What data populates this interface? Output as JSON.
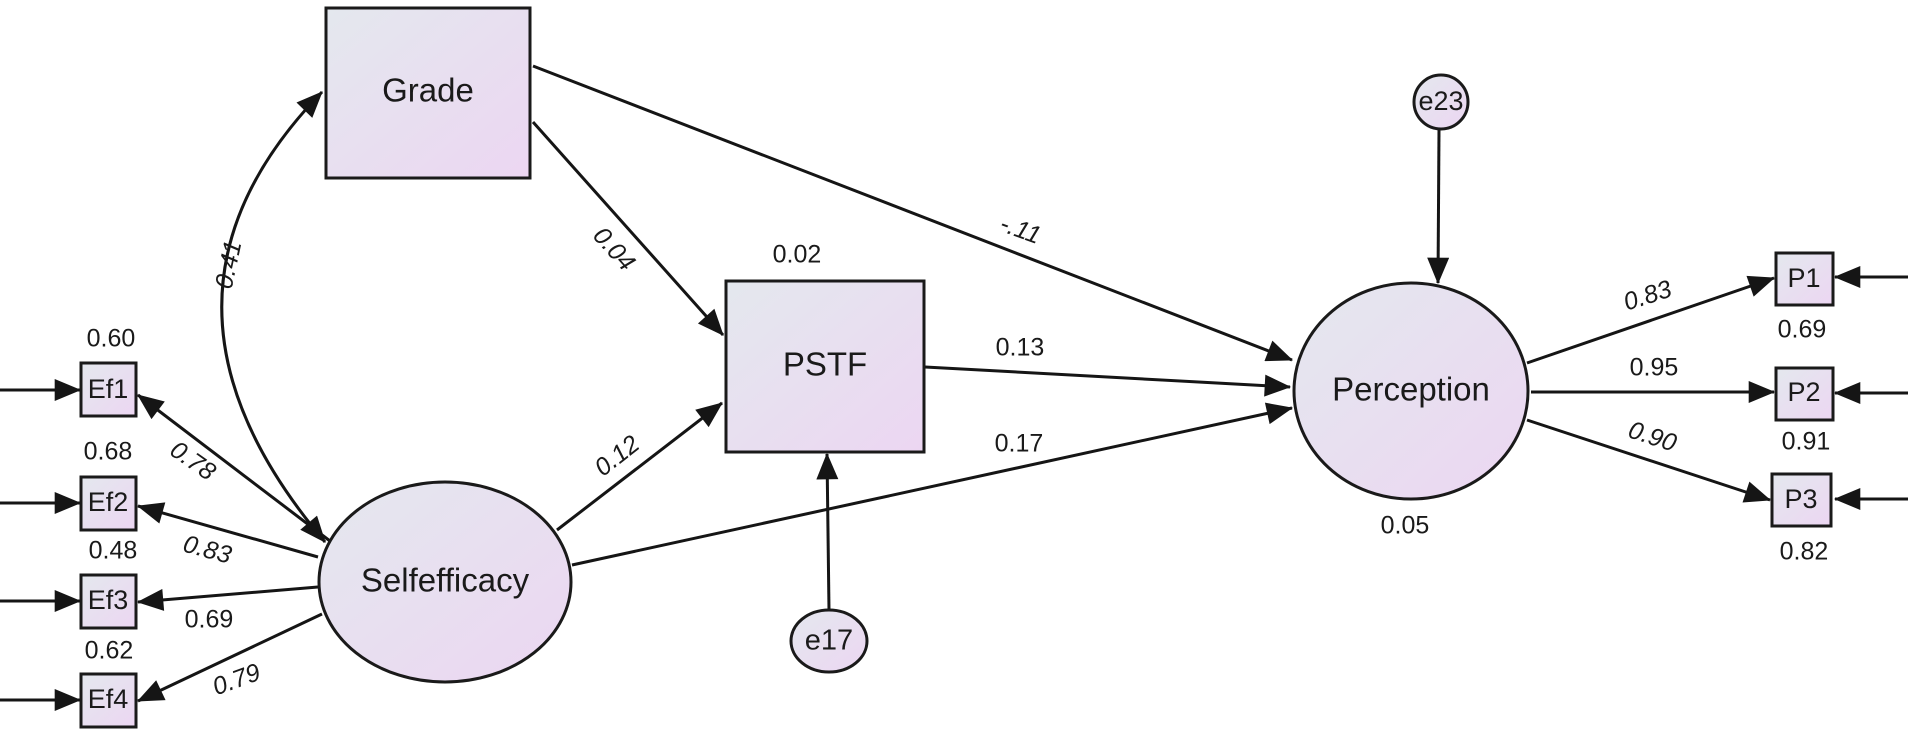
{
  "nodes": {
    "grade": "Grade",
    "pstf": "PSTF",
    "perception": "Perception",
    "selfefficacy": "Selfefficacy",
    "e23": "e23",
    "e17": "e17",
    "ef1": "Ef1",
    "ef2": "Ef2",
    "ef3": "Ef3",
    "ef4": "Ef4",
    "p1": "P1",
    "p2": "P2",
    "p3": "P3"
  },
  "r_squared": {
    "pstf": "0.02",
    "perception": "0.05",
    "ef1": "0.60",
    "ef2": "0.68",
    "ef3": "0.48",
    "ef4": "0.62",
    "p1": "0.69",
    "p2": "0.91",
    "p3": "0.82"
  },
  "paths": {
    "grade_selfefficacy": "0.41",
    "grade_pstf": "0.04",
    "grade_perception": "-.11",
    "selfefficacy_pstf": "0.12",
    "pstf_perception": "0.13",
    "selfefficacy_perception": "0.17",
    "selfefficacy_ef1": "0.78",
    "selfefficacy_ef2": "0.83",
    "selfefficacy_ef3": "0.69",
    "selfefficacy_ef4": "0.79",
    "perception_p1": "0.83",
    "perception_p2": "0.95",
    "perception_p3": "0.90"
  },
  "colors": {
    "fill_start": "#e4e8ee",
    "fill_end": "#ecd6f2",
    "stroke": "#1a1a1a"
  }
}
